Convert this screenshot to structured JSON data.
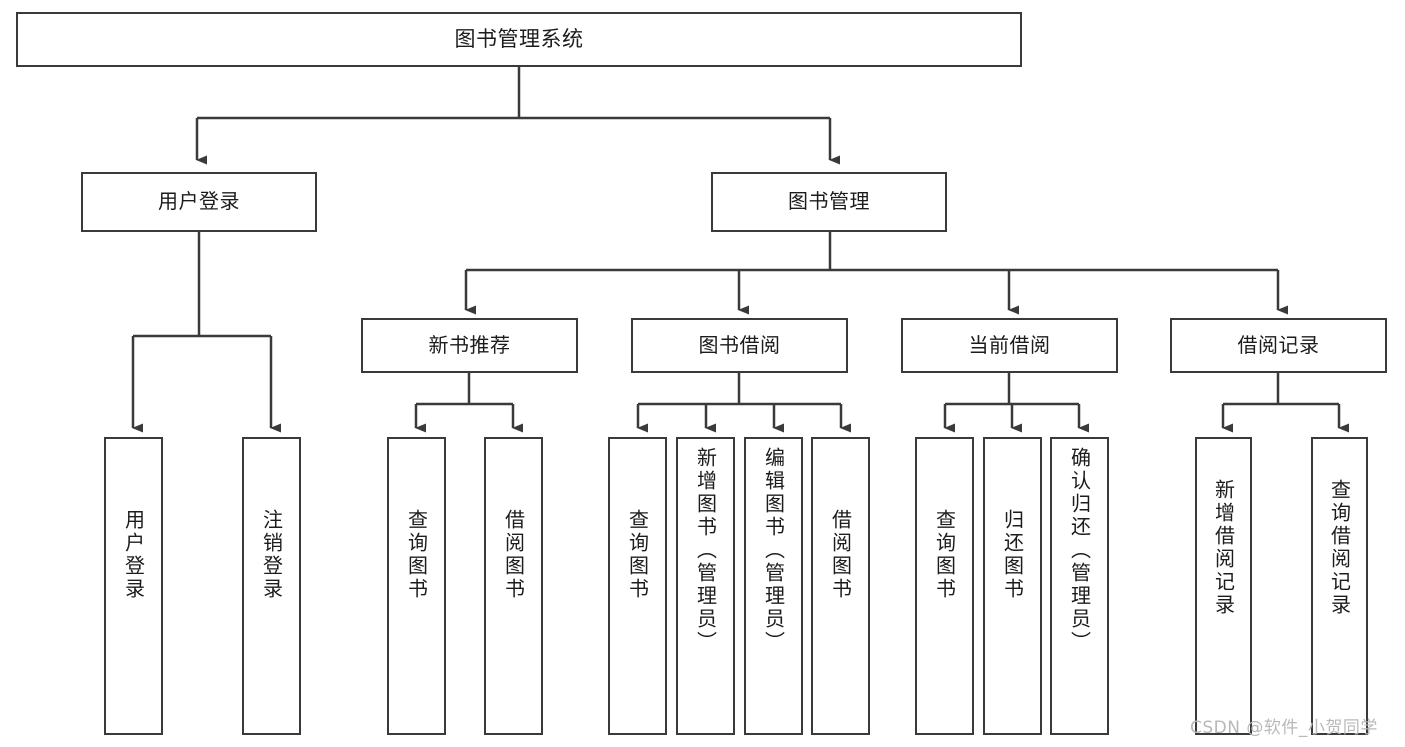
{
  "diagram": {
    "title": "图书管理系统",
    "type": "tree-hierarchy",
    "root": {
      "id": "root",
      "label": "图书管理系统"
    },
    "level1": [
      {
        "id": "user-login",
        "label": "用户登录"
      },
      {
        "id": "book-management",
        "label": "图书管理"
      }
    ],
    "level2": [
      {
        "id": "new-book-recommend",
        "label": "新书推荐",
        "parent": "book-management"
      },
      {
        "id": "book-borrow",
        "label": "图书借阅",
        "parent": "book-management"
      },
      {
        "id": "current-borrow",
        "label": "当前借阅",
        "parent": "book-management"
      },
      {
        "id": "borrow-record",
        "label": "借阅记录",
        "parent": "book-management"
      }
    ],
    "leaves": [
      {
        "id": "leaf-user-login",
        "label": "用户登录",
        "parent": "user-login"
      },
      {
        "id": "leaf-logout",
        "label": "注销登录",
        "parent": "user-login"
      },
      {
        "id": "leaf-query-book-1",
        "label": "查询图书",
        "parent": "new-book-recommend"
      },
      {
        "id": "leaf-borrow-book-1",
        "label": "借阅图书",
        "parent": "new-book-recommend"
      },
      {
        "id": "leaf-query-book-2",
        "label": "查询图书",
        "parent": "book-borrow"
      },
      {
        "id": "leaf-add-book",
        "label": "新增图书（管理员）",
        "parent": "book-borrow"
      },
      {
        "id": "leaf-edit-book",
        "label": "编辑图书（管理员）",
        "parent": "book-borrow"
      },
      {
        "id": "leaf-borrow-book-2",
        "label": "借阅图书",
        "parent": "book-borrow"
      },
      {
        "id": "leaf-query-book-3",
        "label": "查询图书",
        "parent": "current-borrow"
      },
      {
        "id": "leaf-return-book",
        "label": "归还图书",
        "parent": "current-borrow"
      },
      {
        "id": "leaf-confirm-return",
        "label": "确认归还（管理员）",
        "parent": "current-borrow"
      },
      {
        "id": "leaf-add-record",
        "label": "新增借阅记录",
        "parent": "borrow-record"
      },
      {
        "id": "leaf-query-record",
        "label": "查询借阅记录",
        "parent": "borrow-record"
      }
    ],
    "colors": {
      "box_border": "#3a3a3a",
      "box_fill": "#ffffff",
      "edge": "#3a3a3a",
      "text": "#1c1c1c",
      "watermark": "#b9b9b9",
      "background": "#ffffff"
    }
  },
  "watermark": {
    "text": "CSDN @软件_小贺同学"
  }
}
